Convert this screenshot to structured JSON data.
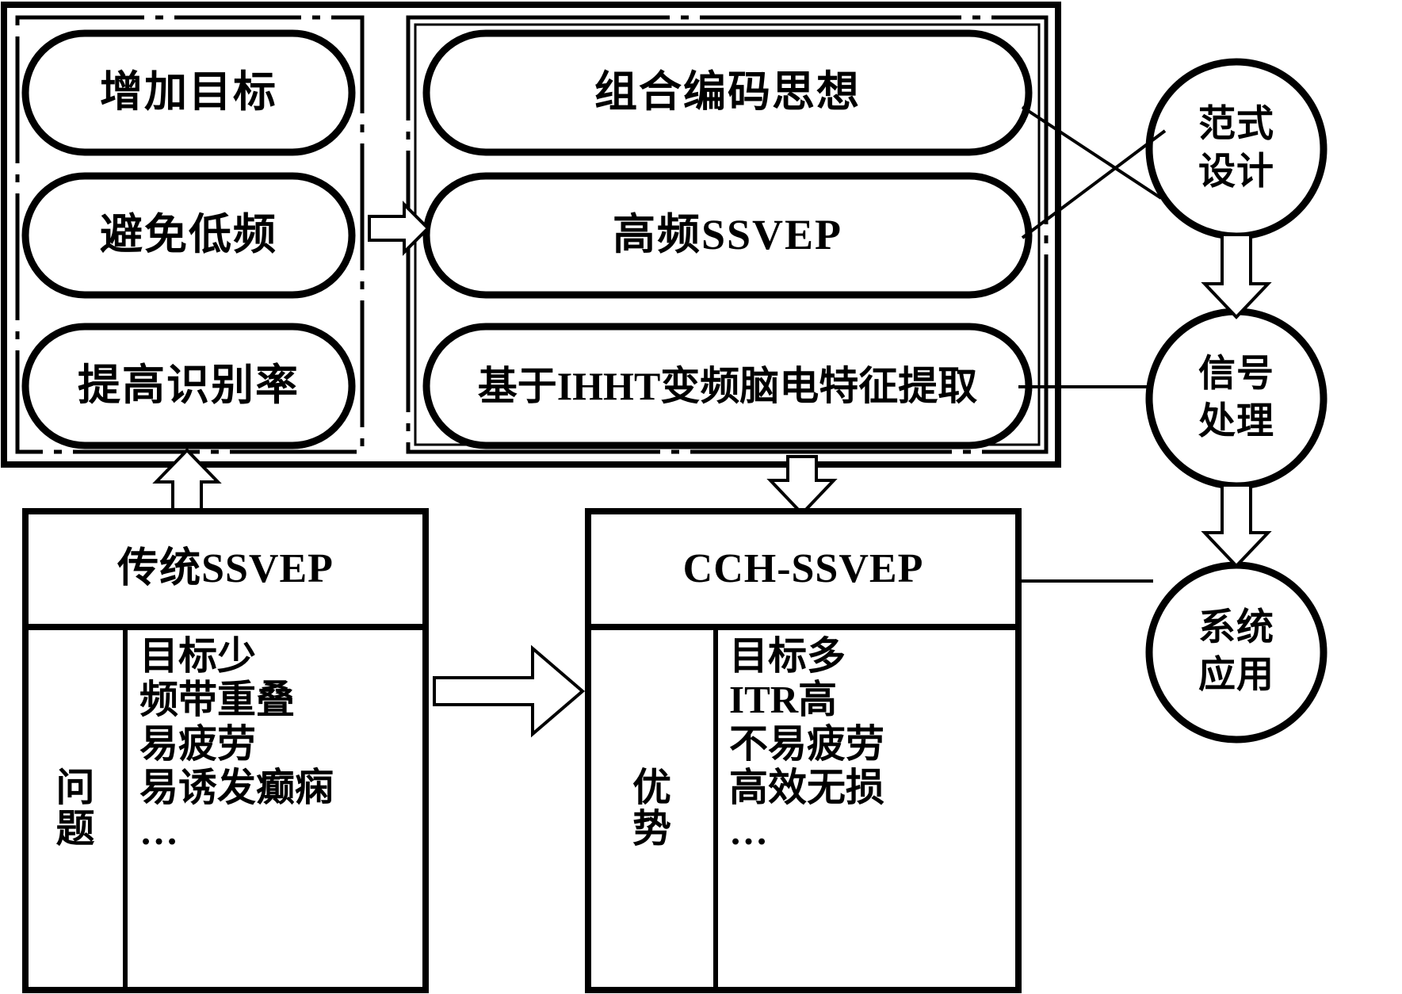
{
  "diagram": {
    "title_text": "",
    "colors": {
      "stroke": "#000000",
      "background": "#ffffff"
    },
    "top_panel": {
      "left_group": {
        "name": "goals-group",
        "items": [
          {
            "label": "增加目标"
          },
          {
            "label": "避免低频"
          },
          {
            "label": "提高识别率"
          }
        ]
      },
      "right_group": {
        "name": "methods-group",
        "items": [
          {
            "label": "组合编码思想"
          },
          {
            "label": "高频SSVEP"
          },
          {
            "label": "基于IHHT变频脑电特征提取"
          }
        ]
      }
    },
    "circles": [
      {
        "name": "paradigm-design",
        "line1": "范式",
        "line2": "设计"
      },
      {
        "name": "signal-processing",
        "line1": "信号",
        "line2": "处理"
      },
      {
        "name": "system-application",
        "line1": "系统",
        "line2": "应用"
      }
    ],
    "bottom_left_box": {
      "title": "传统SSVEP",
      "category_label": "问\n题",
      "items": [
        "目标少",
        "频带重叠",
        "易疲劳",
        "易诱发癫痫",
        "…"
      ]
    },
    "bottom_right_box": {
      "title": "CCH-SSVEP",
      "category_label": "优\n势",
      "items": [
        "目标多",
        "ITR高",
        "不易疲劳",
        "高效无损",
        "…"
      ]
    },
    "connectors": [
      {
        "name": "goals-to-methods-arrow",
        "kind": "hollow-arrow-right"
      },
      {
        "name": "traditional-to-cch-arrow",
        "kind": "hollow-arrow-right"
      },
      {
        "name": "traditional-up-arrow",
        "kind": "hollow-arrow-up"
      },
      {
        "name": "methods-down-to-cch-arrow",
        "kind": "hollow-arrow-down"
      },
      {
        "name": "paradigm-to-signal-arrow",
        "kind": "hollow-arrow-down"
      },
      {
        "name": "signal-to-system-arrow",
        "kind": "hollow-arrow-down"
      },
      {
        "name": "methods-to-paradigm-line",
        "kind": "line"
      },
      {
        "name": "ihht-to-signal-line",
        "kind": "line"
      },
      {
        "name": "cch-to-system-line",
        "kind": "line"
      }
    ]
  }
}
